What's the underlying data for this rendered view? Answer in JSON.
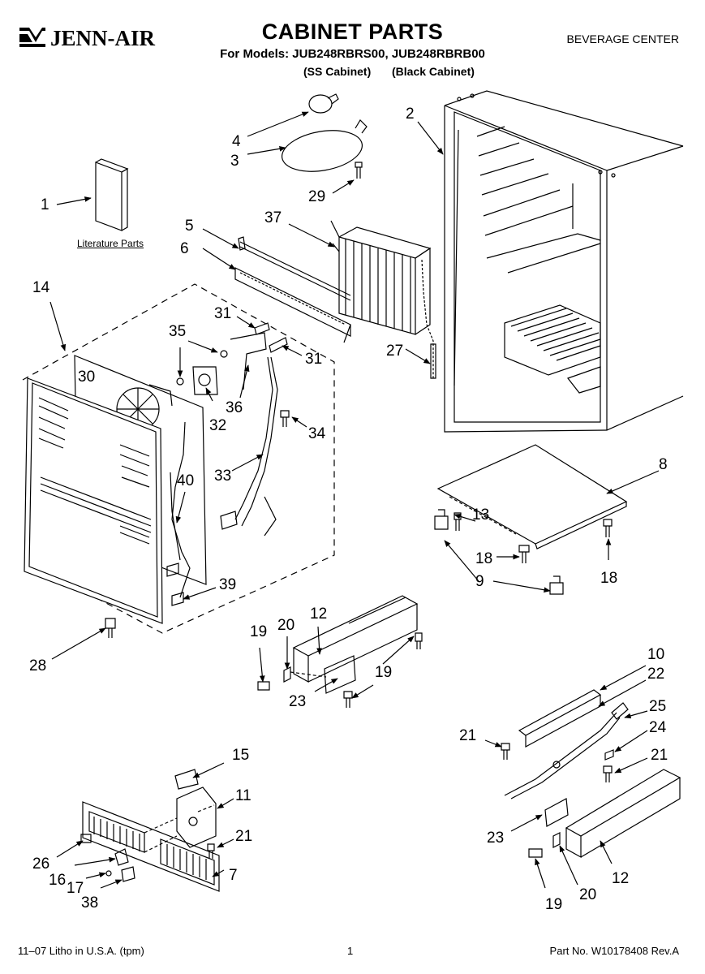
{
  "header": {
    "brand": "JENN-AIR",
    "title": "CABINET PARTS",
    "models_line": "For Models: JUB248RBRS00, JUB248RBRB00",
    "cabinet_ss": "(SS Cabinet)",
    "cabinet_black": "(Black Cabinet)",
    "category": "BEVERAGE CENTER"
  },
  "diagram": {
    "literature_label": "Literature Parts",
    "callouts": {
      "c1": "1",
      "c2": "2",
      "c3": "3",
      "c4": "4",
      "c5": "5",
      "c6": "6",
      "c7": "7",
      "c8": "8",
      "c9": "9",
      "c10": "10",
      "c11": "11",
      "c12a": "12",
      "c12b": "12",
      "c13": "13",
      "c14": "14",
      "c15": "15",
      "c16": "16",
      "c17": "17",
      "c18a": "18",
      "c18b": "18",
      "c19a": "19",
      "c19b": "19",
      "c19c": "19",
      "c20a": "20",
      "c20b": "20",
      "c21a": "21",
      "c21b": "21",
      "c21c": "21",
      "c22": "22",
      "c23a": "23",
      "c23b": "23",
      "c24": "24",
      "c25": "25",
      "c26": "26",
      "c27": "27",
      "c28": "28",
      "c29": "29",
      "c30": "30",
      "c31a": "31",
      "c31b": "31",
      "c32": "32",
      "c33": "33",
      "c34": "34",
      "c35": "35",
      "c36": "36",
      "c37": "37",
      "c38": "38",
      "c39": "39",
      "c40": "40"
    }
  },
  "footer": {
    "left": "11–07 Litho in U.S.A. (tpm)",
    "page": "1",
    "right": "Part No. W10178408 Rev.A"
  }
}
